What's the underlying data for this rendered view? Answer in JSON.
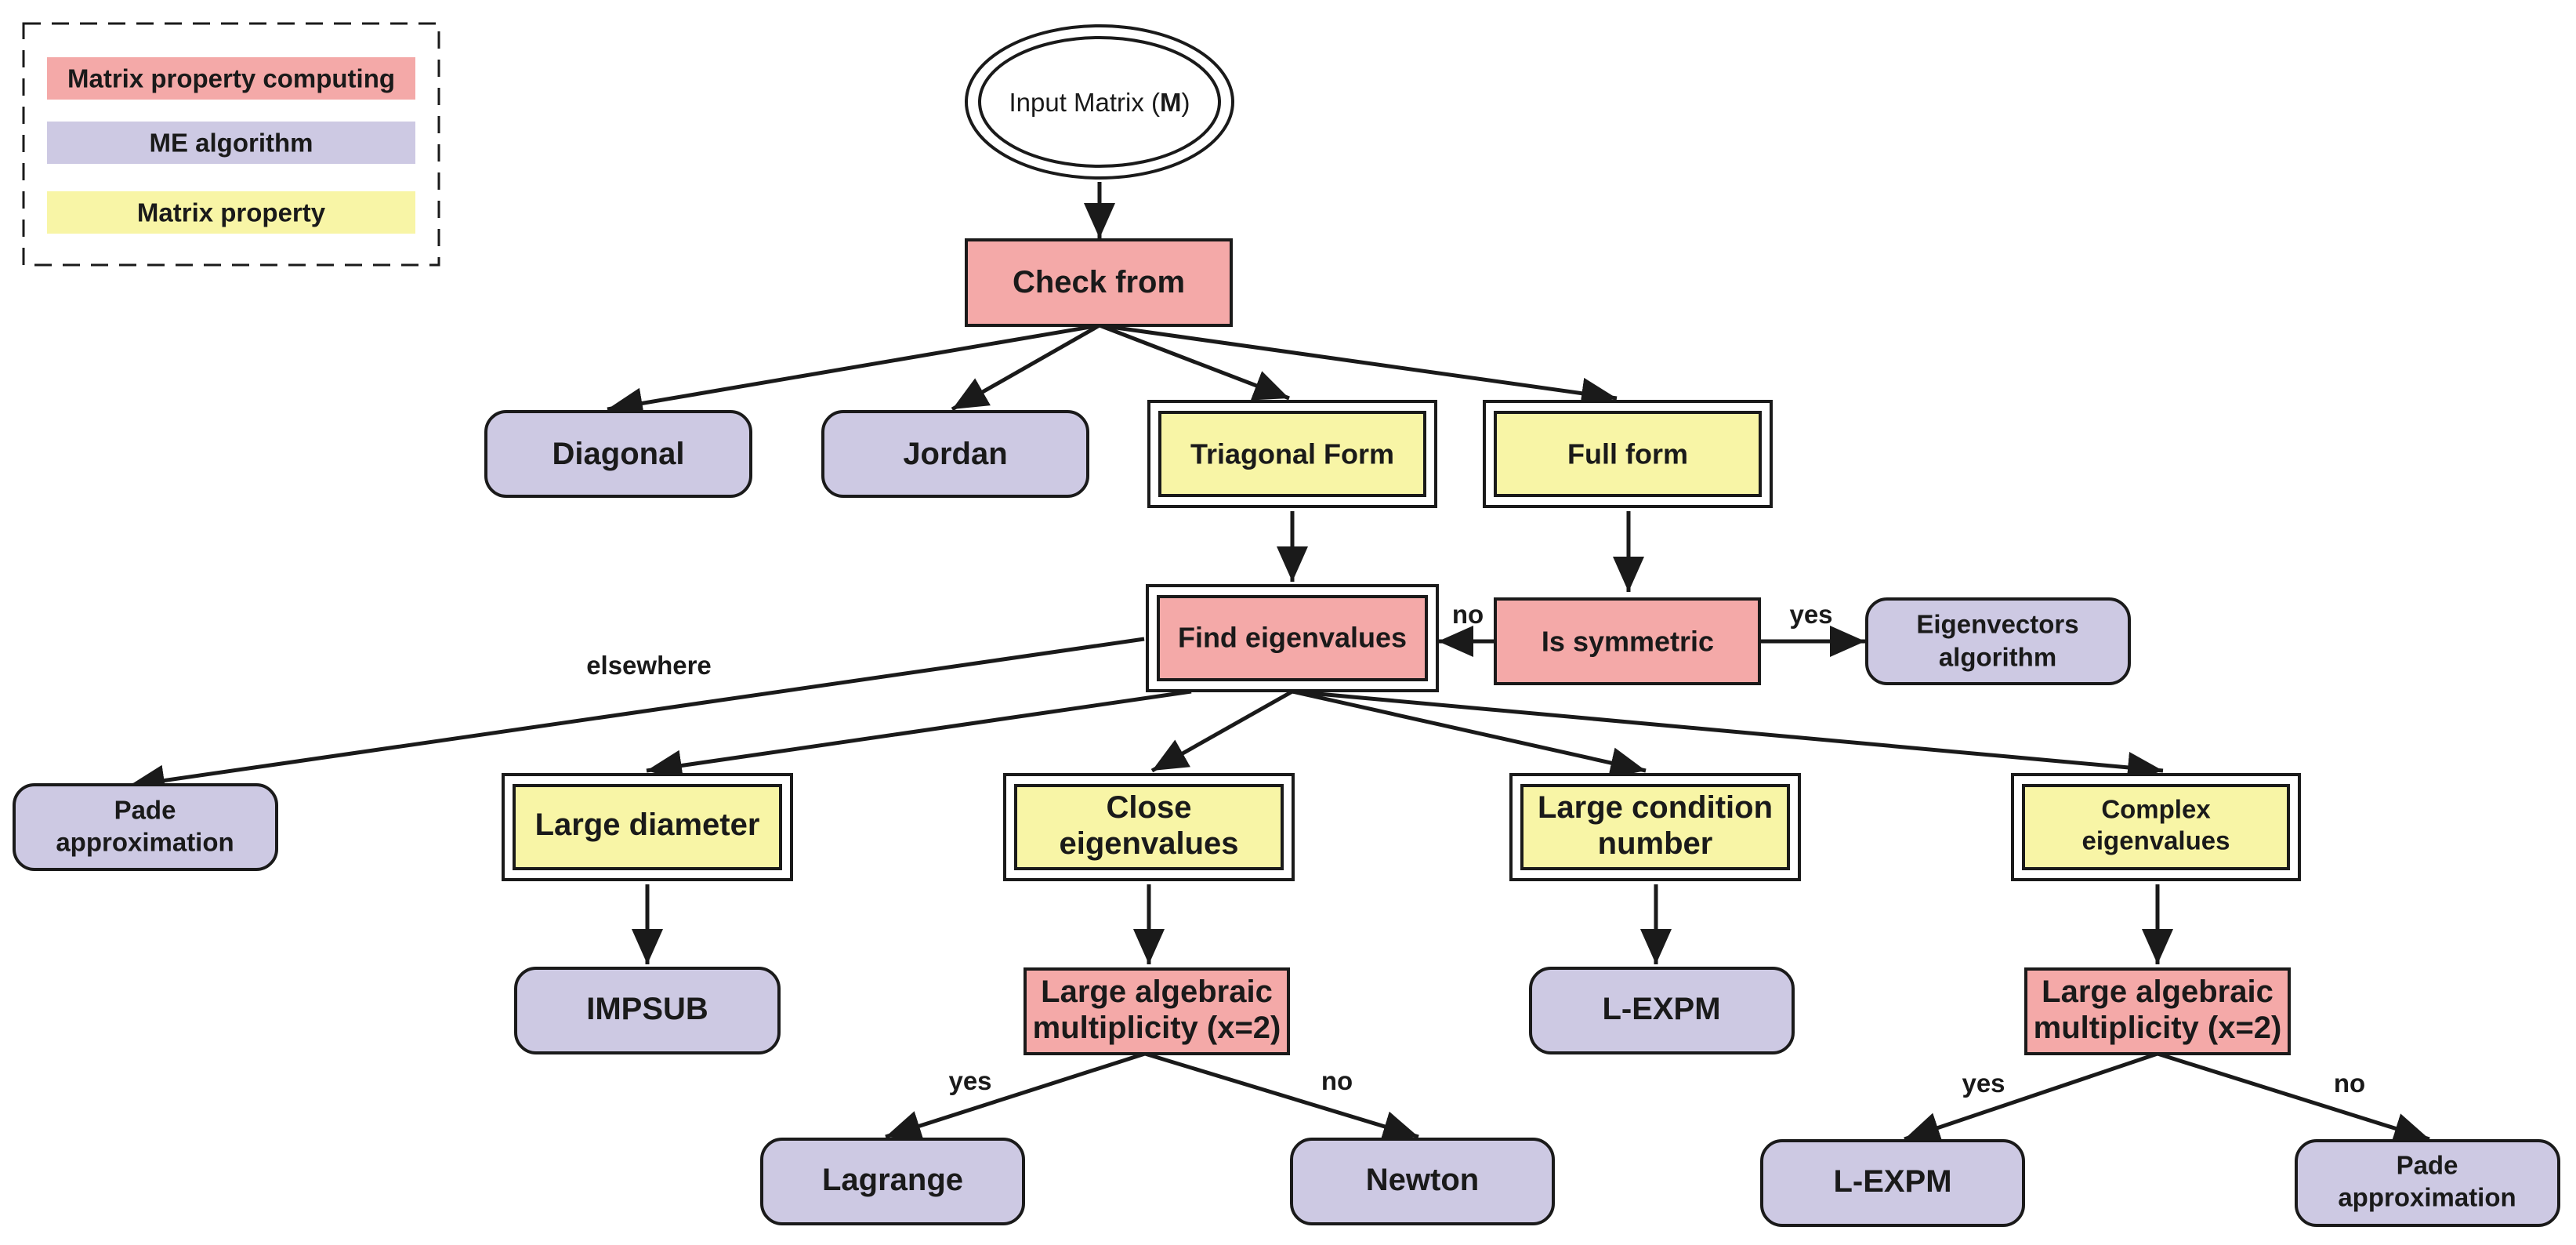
{
  "legend": {
    "items": [
      {
        "label": "Matrix property computing",
        "color": "#f4a9a8"
      },
      {
        "label": "ME algorithm",
        "color": "#cdc9e3"
      },
      {
        "label": "Matrix property",
        "color": "#f8f5a6"
      }
    ]
  },
  "colors": {
    "computing": "#f4a9a8",
    "algorithm": "#cdc9e3",
    "property": "#f8f5a6",
    "stroke": "#1a1a1a"
  },
  "nodes": {
    "input": {
      "prefix": "Input Matrix (",
      "bold": "M",
      "suffix": ")"
    },
    "check_form": "Check from",
    "diagonal": "Diagonal",
    "jordan": "Jordan",
    "triagonal_form": "Triagonal Form",
    "full_form": "Full form",
    "find_eigenvalues": "Find eigenvalues",
    "is_symmetric": "Is symmetric",
    "eigenvectors_algorithm": [
      "Eigenvectors",
      "algorithm"
    ],
    "pade_left": [
      "Pade",
      "approximation"
    ],
    "large_diameter": "Large diameter",
    "close_eigenvalues": [
      "Close",
      "eigenvalues"
    ],
    "large_condition_number": [
      "Large condition",
      "number"
    ],
    "complex_eigenvalues": [
      "Complex",
      "eigenvalues"
    ],
    "impsub": "IMPSUB",
    "large_alg_mult_1": [
      "Large algebraic",
      "multiplicity (x=2)"
    ],
    "lexpm_mid": "L-EXPM",
    "large_alg_mult_2": [
      "Large algebraic",
      "multiplicity (x=2)"
    ],
    "lagrange": "Lagrange",
    "newton": "Newton",
    "lexpm_bottom": "L-EXPM",
    "pade_right": [
      "Pade",
      "approximation"
    ]
  },
  "edge_labels": {
    "no_sym": "no",
    "yes_sym": "yes",
    "elsewhere": "elsewhere",
    "yes_lagrange": "yes",
    "no_newton": "no",
    "yes_lexpm": "yes",
    "no_pade": "no"
  }
}
